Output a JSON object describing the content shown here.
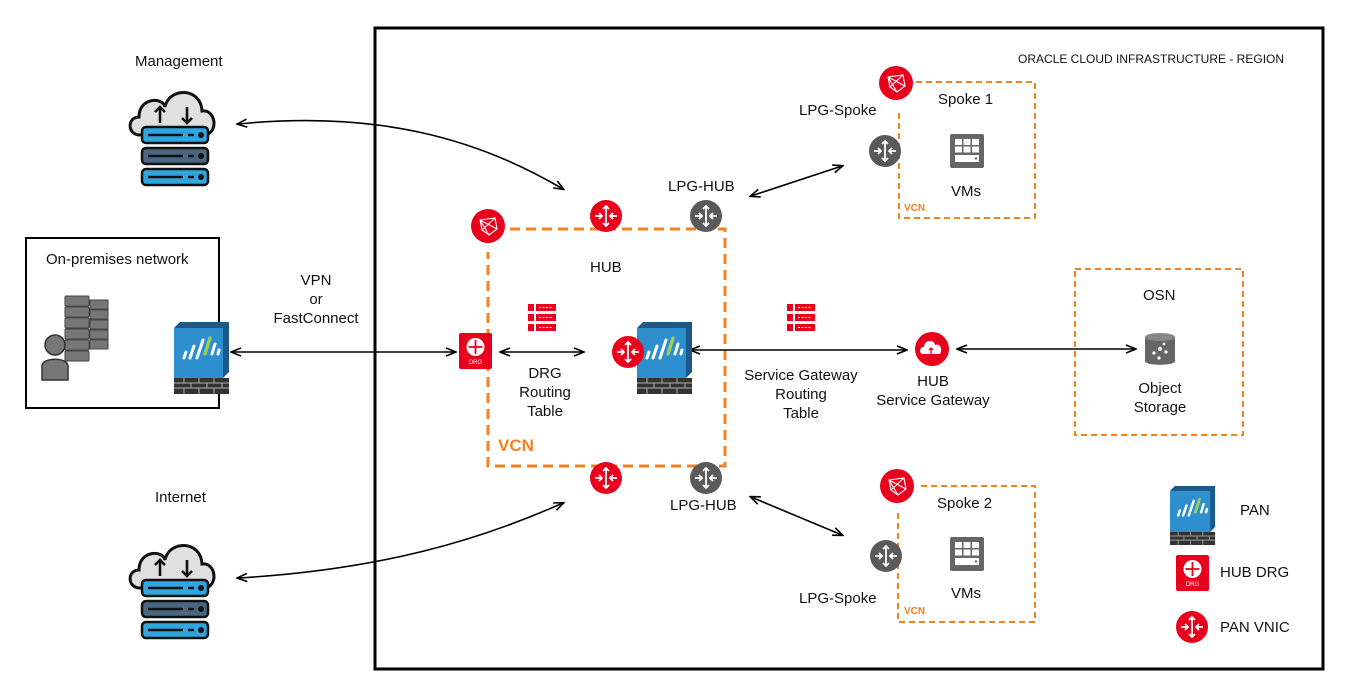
{
  "region": {
    "title": "ORACLE CLOUD INFRASTRUCTURE - REGION"
  },
  "external": {
    "management": "Management",
    "onprem": "On-premises network",
    "internet": "Internet",
    "vpn": [
      "VPN",
      "or",
      "FastConnect"
    ]
  },
  "hub": {
    "title": "HUB",
    "vcn_label": "VCN",
    "drg_badge": "DRG",
    "drg_table": [
      "DRG",
      "Routing",
      "Table"
    ],
    "sg_table": [
      "Service Gateway",
      "Routing",
      "Table"
    ],
    "lpg_hub_top": "LPG-HUB",
    "lpg_hub_bottom": "LPG-HUB",
    "service_gateway": [
      "HUB",
      "Service Gateway"
    ]
  },
  "spokes": [
    {
      "title": "Spoke 1",
      "vms": "VMs",
      "vcn_label": "VCN",
      "lpg": "LPG-Spoke"
    },
    {
      "title": "Spoke 2",
      "vms": "VMs",
      "vcn_label": "VCN",
      "lpg": "LPG-Spoke"
    }
  ],
  "osn": {
    "title": "OSN",
    "storage": [
      "Object",
      "Storage"
    ]
  },
  "legend": [
    {
      "icon": "pan-firewall-icon",
      "label": "PAN"
    },
    {
      "icon": "drg-icon",
      "label": "HUB DRG"
    },
    {
      "icon": "vnic-router-icon",
      "label": "PAN VNIC"
    }
  ],
  "colors": {
    "oracle_red": "#e8001c",
    "vcn_orange": "#f0831e",
    "lpg_gray": "#5a5a5a",
    "pan_blue": "#2e8fcf"
  }
}
